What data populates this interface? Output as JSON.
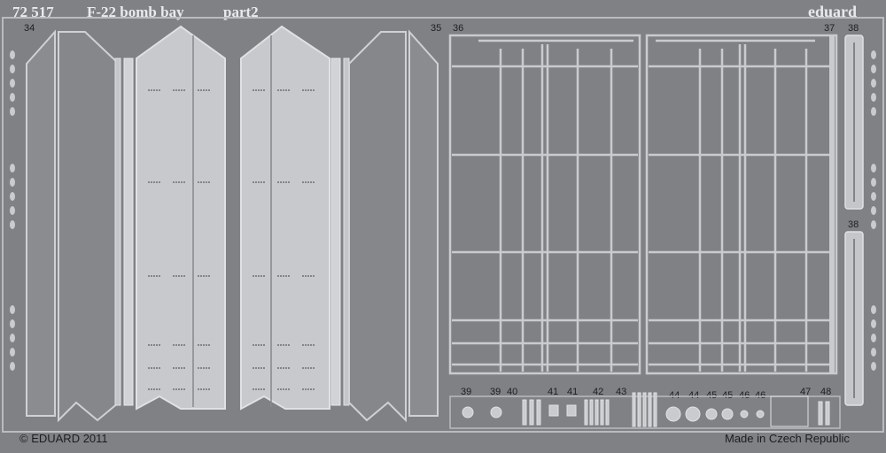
{
  "header": {
    "code": "72 517",
    "title": "F-22 bomb bay",
    "part": "part2",
    "brand": "eduard"
  },
  "part_numbers": [
    "34",
    "35",
    "36",
    "37",
    "38",
    "38",
    "39",
    "39",
    "40",
    "41",
    "41",
    "42",
    "43",
    "44",
    "44",
    "45",
    "45",
    "46",
    "46",
    "47",
    "48"
  ],
  "footer": {
    "copyright": "© EDUARD 2011",
    "origin": "Made in Czech Republic"
  },
  "colors": {
    "fret": "#7f8185",
    "metal_light": "#c9cbce",
    "metal_dark": "#6d6f73",
    "text_light": "#e9eaec"
  }
}
